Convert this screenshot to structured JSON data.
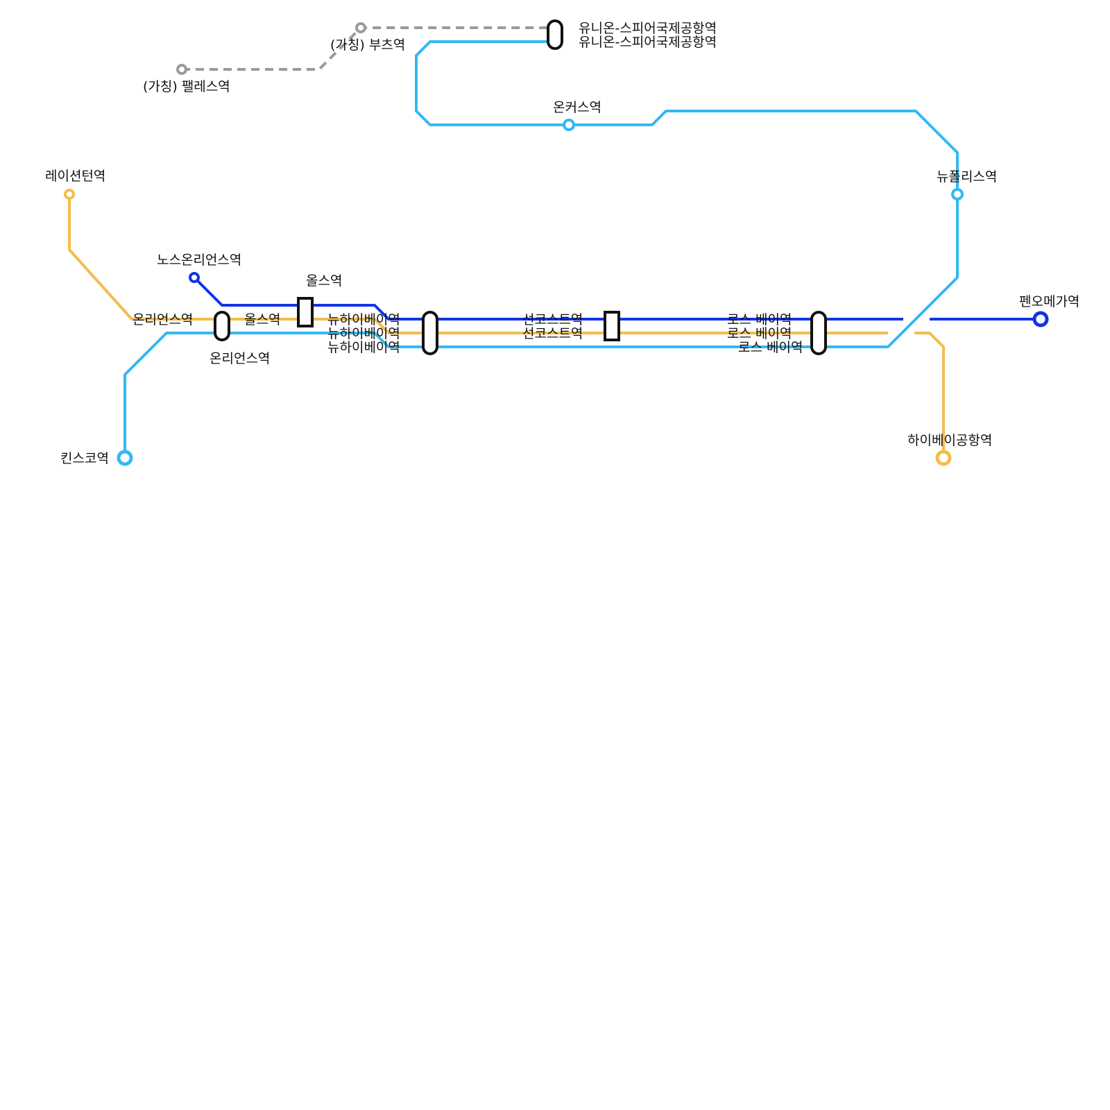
{
  "lines": [
    {
      "id": "yellow",
      "color": "#f2bd4b"
    },
    {
      "id": "cyan",
      "color": "#33b8f5"
    },
    {
      "id": "blue",
      "color": "#1233e6"
    },
    {
      "id": "planned",
      "color": "#9a9a9a"
    }
  ],
  "stations": {
    "union_spear_1": "유니온-스피어국제공항역",
    "union_spear_2": "유니온-스피어국제공항역",
    "buchu": "(가칭) 부츠역",
    "palace": "(가칭) 팰레스역",
    "onkers": "온커스역",
    "layshunton": "레이션턴역",
    "newpolis": "뉴폴리스역",
    "north_orion": "노스온리언스역",
    "alls_top": "올스역",
    "penomega": "펜오메가역",
    "orion_top": "온리언스역",
    "alls_mid": "올스역",
    "newhibay_1": "뉴하이베이역",
    "newhibay_2": "뉴하이베이역",
    "newhibay_3": "뉴하이베이역",
    "suncoast_1": "선코스트역",
    "suncoast_2": "선코스트역",
    "losbay_1": "로스 베이역",
    "losbay_2": "로스 베이역",
    "losbay_3": "로스 베이역",
    "orion_bottom": "온리언스역",
    "kinsko": "킨스코역",
    "hibay_airport": "하이베이공항역"
  }
}
